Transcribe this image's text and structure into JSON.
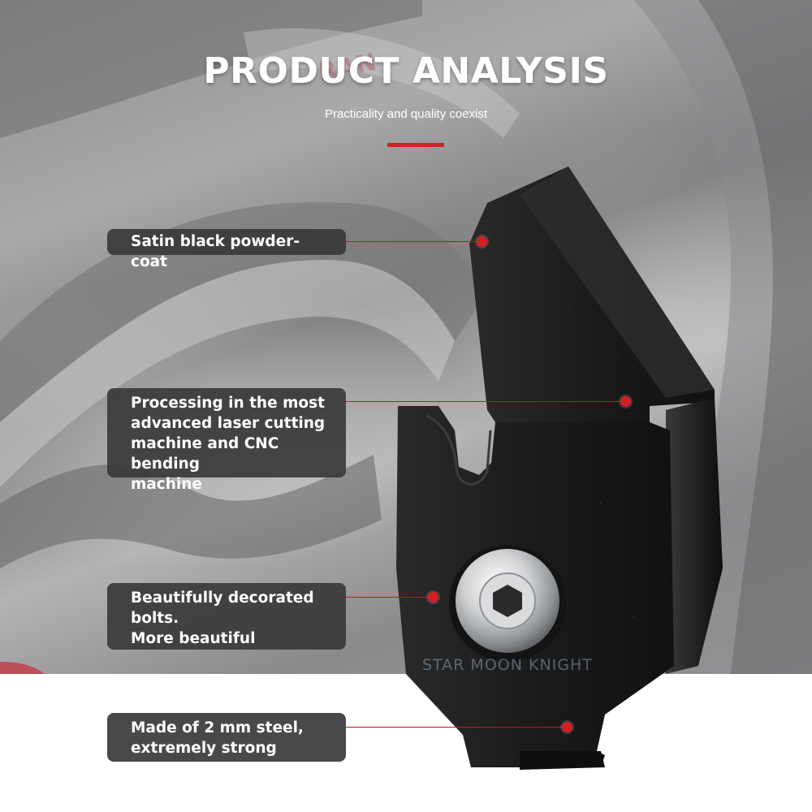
{
  "header": {
    "title": "PRODUCT ANALYSIS",
    "subtitle": "Practicality and quality coexist"
  },
  "callouts": [
    {
      "text": "Satin black powder-coat"
    },
    {
      "text": "Processing in the most\nadvanced laser cutting\nmachine and CNC bending\nmachine"
    },
    {
      "text": "Beautifully decorated\nbolts.\nMore beautiful"
    },
    {
      "text": "Made of 2 mm steel,\nextremely strong"
    }
  ],
  "watermark": "STAR MOON KNIGHT",
  "colors": {
    "accent": "#d32027",
    "callout_bg": "#3a3a3c",
    "bracket": "#1a1a1a"
  }
}
